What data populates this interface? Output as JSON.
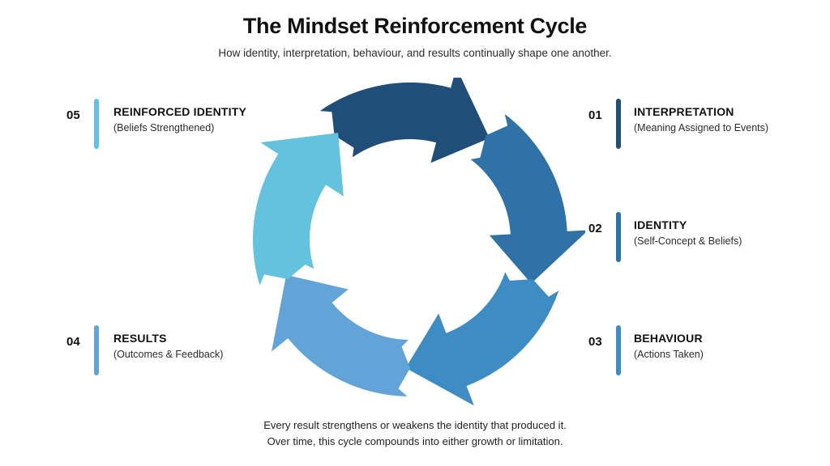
{
  "header": {
    "title": "The Mindset Reinforcement Cycle",
    "subtitle": "How identity, interpretation, behaviour, and results continually shape one another."
  },
  "colors": {
    "background": "#ffffff",
    "stage_01": "#1f4e79",
    "stage_02": "#2e72a8",
    "stage_03": "#3d8cc4",
    "stage_04": "#62a4d8",
    "stage_05": "#63c2dd",
    "text": "#111111"
  },
  "diagram": {
    "type": "cycle",
    "direction": "clockwise",
    "segment_count": 5,
    "stages": [
      {
        "number": "01",
        "title": "INTERPRETATION",
        "subtitle": "(Meaning Assigned to Events)",
        "color": "#1f4e79",
        "side": "right"
      },
      {
        "number": "02",
        "title": "IDENTITY",
        "subtitle": "(Self-Concept & Beliefs)",
        "color": "#2e72a8",
        "side": "right"
      },
      {
        "number": "03",
        "title": "BEHAVIOUR",
        "subtitle": "(Actions Taken)",
        "color": "#3d8cc4",
        "side": "right"
      },
      {
        "number": "04",
        "title": "RESULTS",
        "subtitle": "(Outcomes & Feedback)",
        "color": "#62a4d8",
        "side": "left"
      },
      {
        "number": "05",
        "title": "REINFORCED IDENTITY",
        "subtitle": "(Beliefs Strengthened)",
        "color": "#63c2dd",
        "side": "left"
      }
    ]
  },
  "footer": {
    "line1": "Every result strengthens or weakens the identity that produced it.",
    "line2": "Over time, this cycle compounds into either growth or limitation."
  }
}
